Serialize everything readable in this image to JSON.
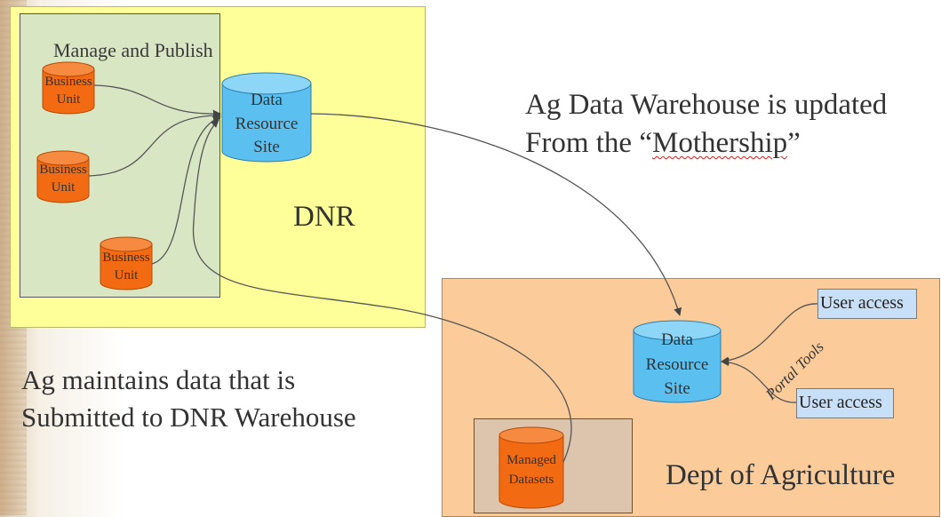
{
  "dnr": {
    "manage_label": "Manage and Publish",
    "business_unit_1": "Business Unit",
    "business_unit_2": "Business Unit",
    "business_unit_3": "Business Unit",
    "data_resource_site": "Data Resource Site",
    "title": "DNR"
  },
  "update_note": {
    "line1": "Ag Data Warehouse is updated",
    "line2_prefix": "From the “",
    "line2_word": "Mothership",
    "line2_suffix": "”"
  },
  "maintain_note": {
    "line1": "Ag maintains data that is",
    "line2": "Submitted to DNR Warehouse"
  },
  "agriculture": {
    "title": "Dept of Agriculture",
    "data_resource_site": "Data Resource Site",
    "user_access_1": "User access",
    "user_access_2": "User access",
    "portal_tools": "Portal Tools",
    "managed_datasets": "Managed Datasets"
  },
  "colors": {
    "dnr_box": "#ffff99",
    "manage_box": "#d9e6c4",
    "ag_box": "#fbcb99",
    "business_cylinder": "#f26a11",
    "resource_cylinder": "#5bc0f0",
    "user_access_box": "#c8e0f7"
  }
}
